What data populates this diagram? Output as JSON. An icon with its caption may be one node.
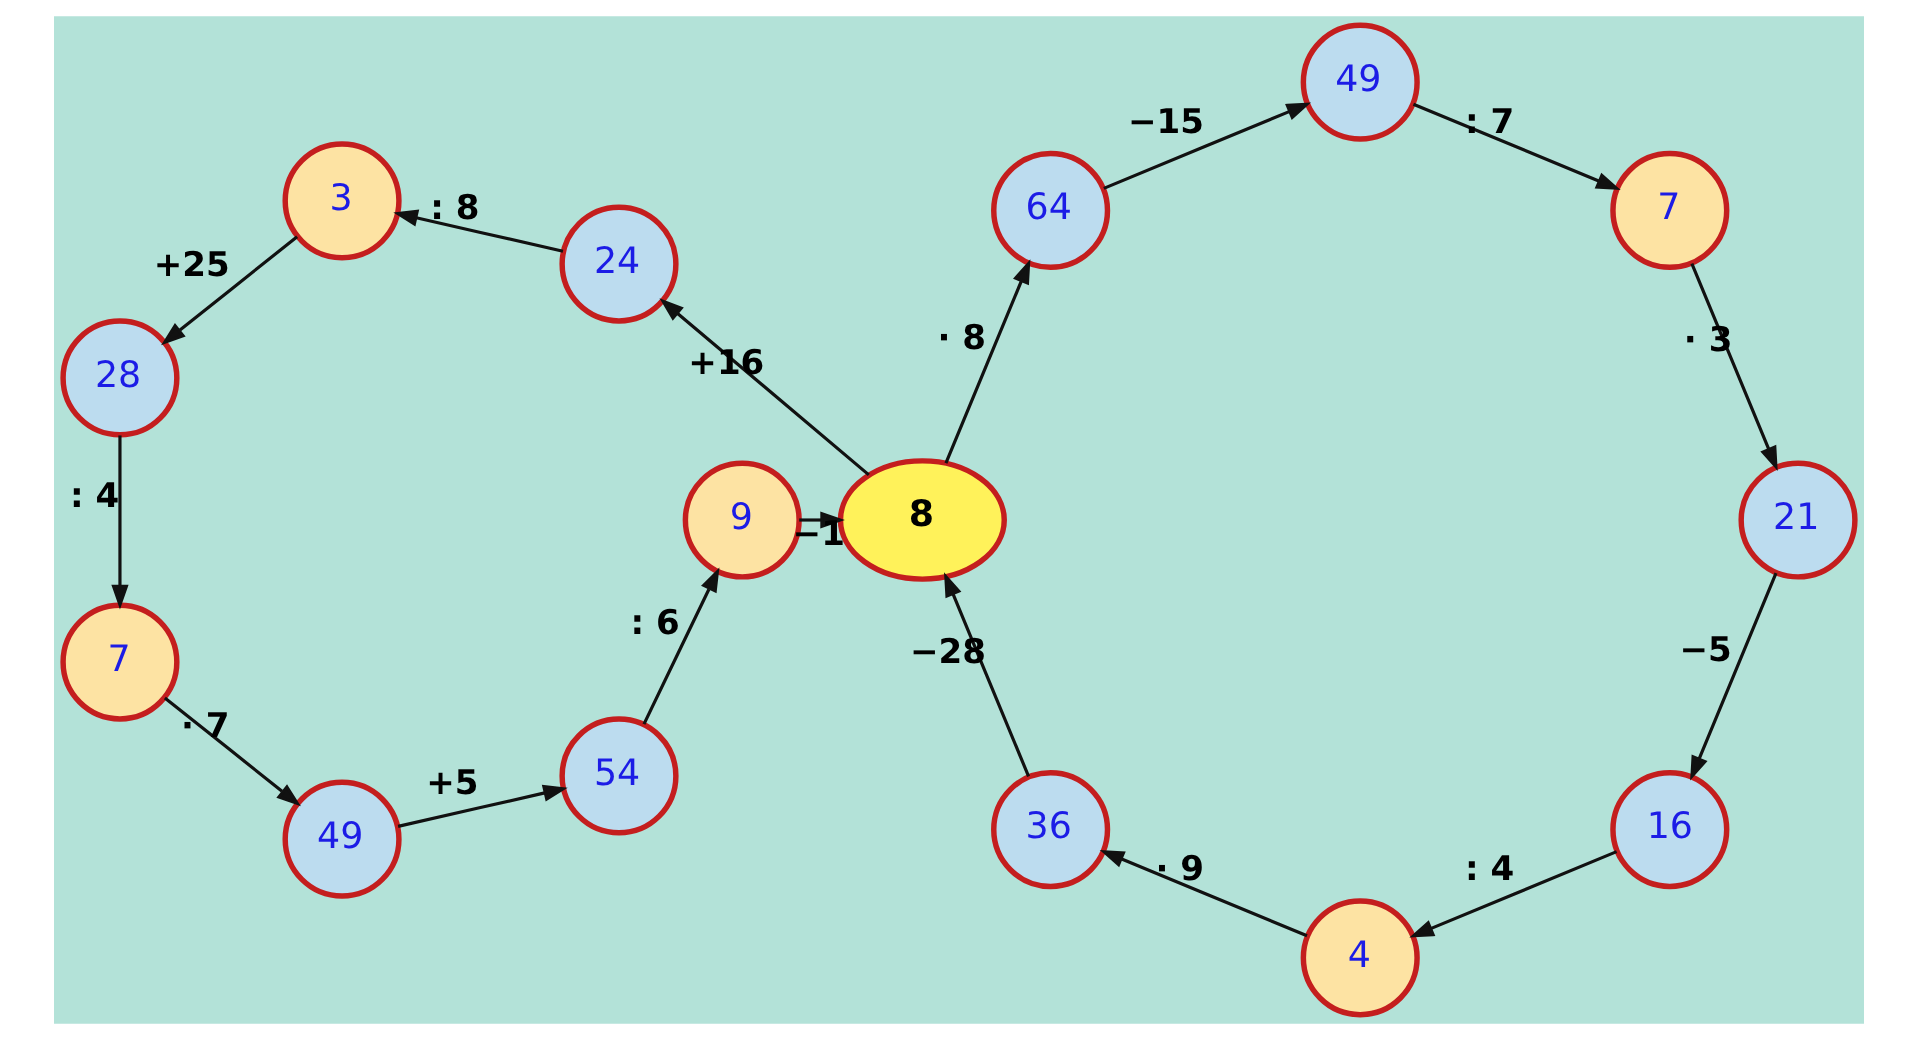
{
  "diagram": {
    "nodes": [
      {
        "text": [
          "8"
        ]
      },
      {
        "text": [
          "24"
        ]
      },
      {
        "text": [
          "3"
        ]
      },
      {
        "text": [
          "28"
        ]
      },
      {
        "text": [
          "7"
        ]
      },
      {
        "text": [
          "49"
        ]
      },
      {
        "text": [
          "54"
        ]
      },
      {
        "text": [
          "9"
        ]
      },
      {
        "text": [
          "64"
        ]
      },
      {
        "text": [
          "49"
        ]
      },
      {
        "text": [
          "7"
        ]
      },
      {
        "text": [
          "21"
        ]
      },
      {
        "text": [
          "16"
        ]
      },
      {
        "text": [
          "4"
        ]
      },
      {
        "text": [
          "36"
        ]
      }
    ],
    "edges": [
      {
        "from": 0,
        "to": 1,
        "arrow": "to",
        "label": "+16"
      },
      {
        "from": 1,
        "to": 2,
        "arrow": "to",
        "label": ": 8"
      },
      {
        "from": 2,
        "to": 3,
        "arrow": "to",
        "label": "+25"
      },
      {
        "from": 3,
        "to": 4,
        "arrow": "to",
        "label": ": 4"
      },
      {
        "from": 4,
        "to": 5,
        "arrow": "to",
        "label": "· 7"
      },
      {
        "from": 5,
        "to": 6,
        "arrow": "to",
        "label": "+5"
      },
      {
        "from": 6,
        "to": 7,
        "arrow": "to",
        "label": ": 6"
      },
      {
        "from": 7,
        "to": 0,
        "arrow": "to",
        "label": "−1"
      },
      {
        "from": 0,
        "to": 8,
        "arrow": "to",
        "label": "· 8"
      },
      {
        "from": 8,
        "to": 9,
        "arrow": "to",
        "label": "−15"
      },
      {
        "from": 9,
        "to": 10,
        "arrow": "to",
        "label": ": 7"
      },
      {
        "from": 10,
        "to": 11,
        "arrow": "to",
        "label": "· 3"
      },
      {
        "from": 11,
        "to": 12,
        "arrow": "to",
        "label": "−5"
      },
      {
        "from": 12,
        "to": 13,
        "arrow": "to",
        "label": ": 4"
      },
      {
        "from": 13,
        "to": 14,
        "arrow": "to",
        "label": "· 9"
      },
      {
        "from": 14,
        "to": 0,
        "arrow": "to",
        "label": "−28"
      }
    ]
  }
}
